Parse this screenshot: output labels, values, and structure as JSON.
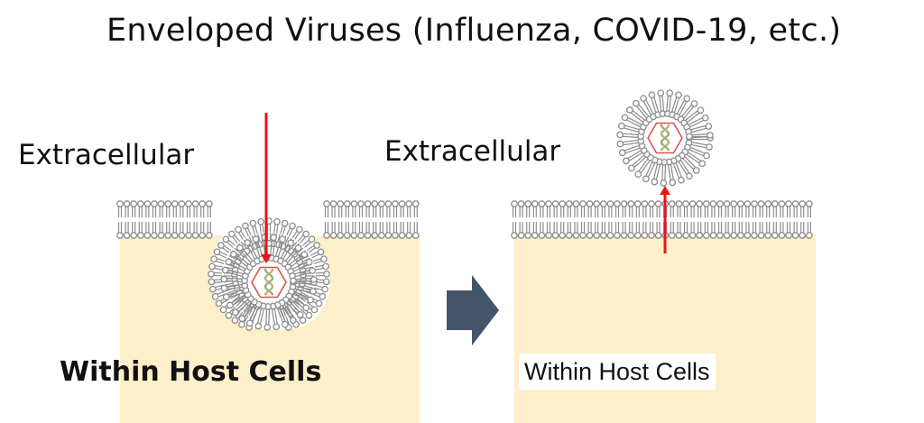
{
  "title": "Enveloped Viruses (Influenza, COVID-19, etc.)",
  "left_panel": {
    "extracellular_label": "Extracellular",
    "within_label": "Within Host Cells"
  },
  "right_panel": {
    "extracellular_label": "Extracellular",
    "within_label": "Within Host Cells"
  },
  "colors": {
    "cell": "#fdefc9",
    "membrane": "#8c8c8c",
    "arrow": "#e8141b",
    "transition_arrow": "#44546a",
    "capsid": "#d9534f",
    "rna": "#c8a96e"
  },
  "icons": {
    "transition": "right-arrow-icon"
  }
}
